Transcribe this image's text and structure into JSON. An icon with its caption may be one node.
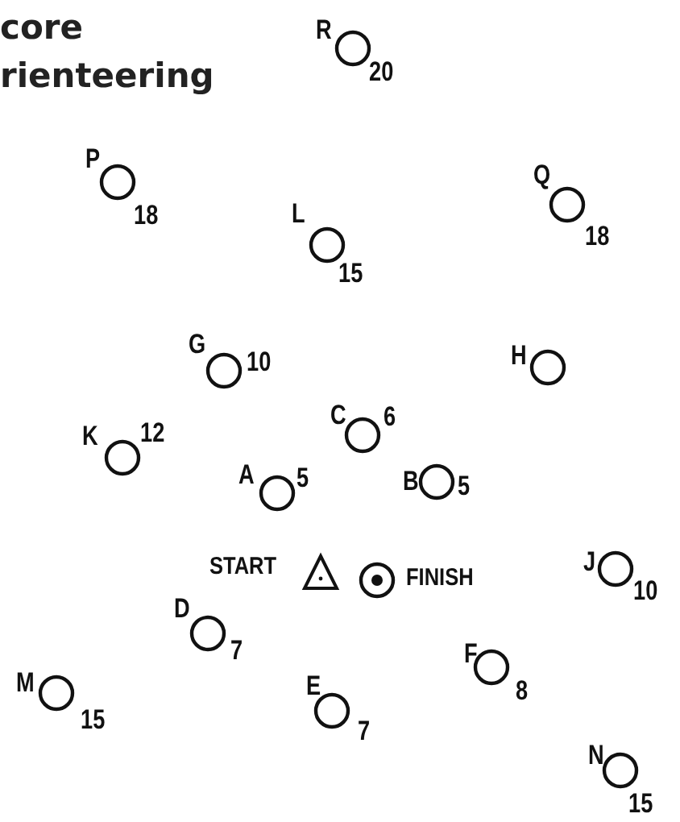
{
  "diagram": {
    "title": "core rienteering",
    "nodes": [
      {
        "text": [
          "R",
          "20"
        ]
      },
      {
        "text": [
          "P",
          "18"
        ]
      },
      {
        "text": [
          "Q",
          "18"
        ]
      },
      {
        "text": [
          "L",
          "15"
        ]
      },
      {
        "text": [
          "G",
          "10"
        ]
      },
      {
        "text": [
          "H"
        ]
      },
      {
        "text": [
          "K",
          "12"
        ]
      },
      {
        "text": [
          "C",
          "6"
        ]
      },
      {
        "text": [
          "A",
          "5"
        ]
      },
      {
        "text": [
          "B",
          "5"
        ]
      },
      {
        "text": [
          "START"
        ]
      },
      {
        "text": [
          "FINISH"
        ]
      },
      {
        "text": [
          "J",
          "10"
        ]
      },
      {
        "text": [
          "D",
          "7"
        ]
      },
      {
        "text": [
          "M",
          "15"
        ]
      },
      {
        "text": [
          "F",
          "8"
        ]
      },
      {
        "text": [
          "E",
          "7"
        ]
      },
      {
        "text": [
          "N",
          "15"
        ]
      }
    ]
  }
}
